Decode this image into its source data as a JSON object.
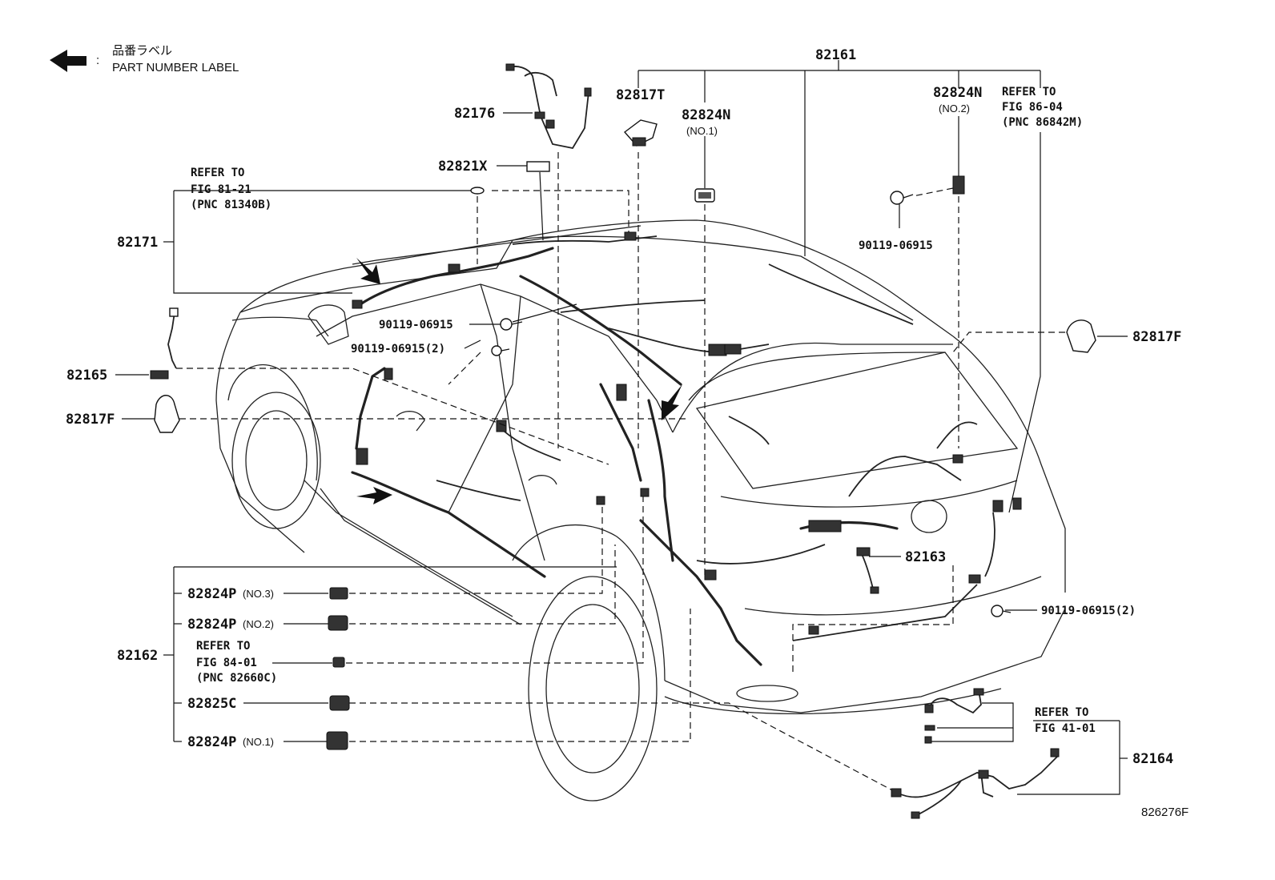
{
  "legend": {
    "jp": "品番ラベル",
    "en": "PART NUMBER LABEL",
    "colon": ":"
  },
  "labels": {
    "p82161": "82161",
    "p82817T": "82817T",
    "p82824N_1": "82824N",
    "p82824N_1_sub": "(NO.1)",
    "p82824N_2": "82824N",
    "p82824N_2_sub": "(NO.2)",
    "ref_86_04_a": "REFER TO",
    "ref_86_04_b": "FIG 86-04",
    "ref_86_04_c": "(PNC 86842M)",
    "p82176": "82176",
    "p82821X": "82821X",
    "ref_81_21_a": "REFER TO",
    "ref_81_21_b": "FIG 81-21",
    "ref_81_21_c": "(PNC 81340B)",
    "p82171": "82171",
    "bolt_top": "90119-06915",
    "bolt_mid1": "90119-06915",
    "bolt_mid2": "90119-06915(2)",
    "p82165": "82165",
    "p82817F_left": "82817F",
    "p82817F_right": "82817F",
    "p82163": "82163",
    "bolt_right": "90119-06915(2)",
    "p82824P_3": "82824P",
    "p82824P_3_sub": "(NO.3)",
    "p82824P_2": "82824P",
    "p82824P_2_sub": "(NO.2)",
    "ref_84_01_a": "REFER TO",
    "ref_84_01_b": "FIG 84-01",
    "ref_84_01_c": "(PNC 82660C)",
    "p82162": "82162",
    "p82825C": "82825C",
    "p82824P_1": "82824P",
    "p82824P_1_sub": "(NO.1)",
    "ref_41_01_a": "REFER TO",
    "ref_41_01_b": "FIG 41-01",
    "p82164": "82164",
    "figure_id": "826276F"
  }
}
